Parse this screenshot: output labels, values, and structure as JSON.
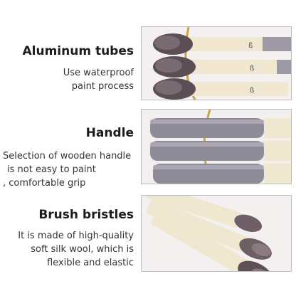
{
  "sections": [
    {
      "title": "Aluminum tubes",
      "lines": [
        "Use waterproof",
        "paint process"
      ],
      "photo_icon": "makeup-brush-heads-aluminum-ferrules"
    },
    {
      "title": "Handle",
      "lines": [
        "Selection of wooden handle",
        "is not easy to paint",
        ", comfortable grip"
      ],
      "photo_icon": "makeup-brush-grey-wooden-handles"
    },
    {
      "title": "Brush bristles",
      "lines": [
        "It is made of high-quality",
        "soft silk wool, which is",
        "flexible and elastic"
      ],
      "photo_icon": "makeup-brush-bristle-tips"
    }
  ],
  "colors": {
    "ferrule": "#efe7cf",
    "handle_grey": "#8f8c9a",
    "bristle": "#6e5f66",
    "gold_ring": "#c9a24a"
  }
}
